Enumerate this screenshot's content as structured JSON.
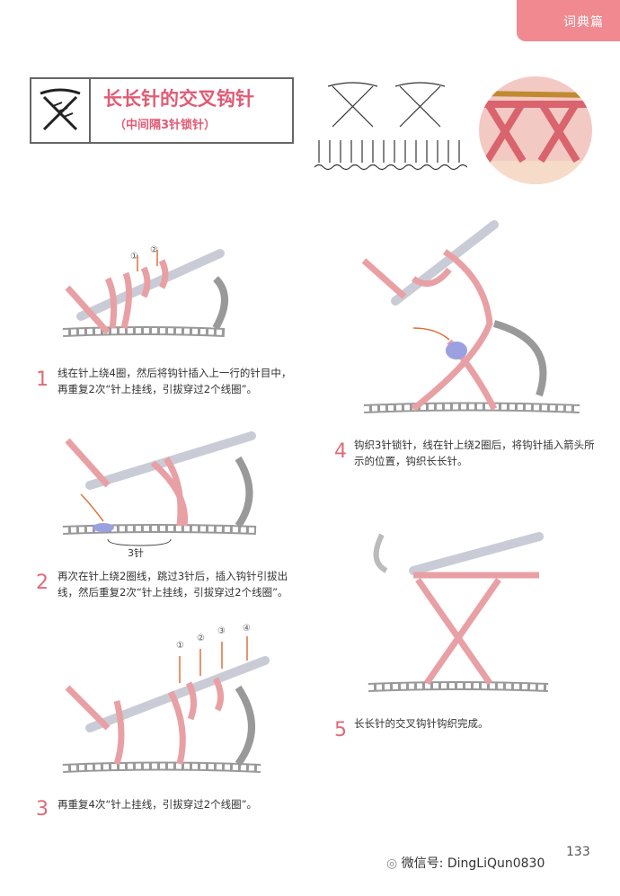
{
  "tab": {
    "label": "词典篇"
  },
  "title": {
    "main": "长长针的交叉钩针",
    "sub": "（中间隔3针锁针）"
  },
  "steps": [
    {
      "number": "1",
      "text": "线在针上绕4圈，然后将钩针插入上一行的针目中，再重复2次“针上挂线，引拔穿过2个线圈”。"
    },
    {
      "number": "2",
      "text": "再次在针上绕2圈线，跳过3针后，插入钩针引拔出线，然后重复2次“针上挂线，引拔穿过2个线圈”。"
    },
    {
      "number": "3",
      "text": "再重复4次“针上挂线，引拔穿过2个线圈”。"
    },
    {
      "number": "4",
      "text": "钩织3针锁针，线在针上绕2圈后，将钩针插入箭头所示的位置，钩织长长针。"
    },
    {
      "number": "5",
      "text": "长长针的交叉钩针钩织完成。"
    }
  ],
  "step2_label": "3针",
  "step1_markers": [
    "①",
    "②"
  ],
  "step3_markers": [
    "①",
    "②",
    "③",
    "④"
  ],
  "watermark": {
    "text": "微信号: DingLiQun0830",
    "page_number": "133"
  },
  "colors": {
    "accent": "#e05b74",
    "tab": "#f08a90",
    "yarn": "#e8a0a4",
    "needle": "#c9ccd6"
  }
}
